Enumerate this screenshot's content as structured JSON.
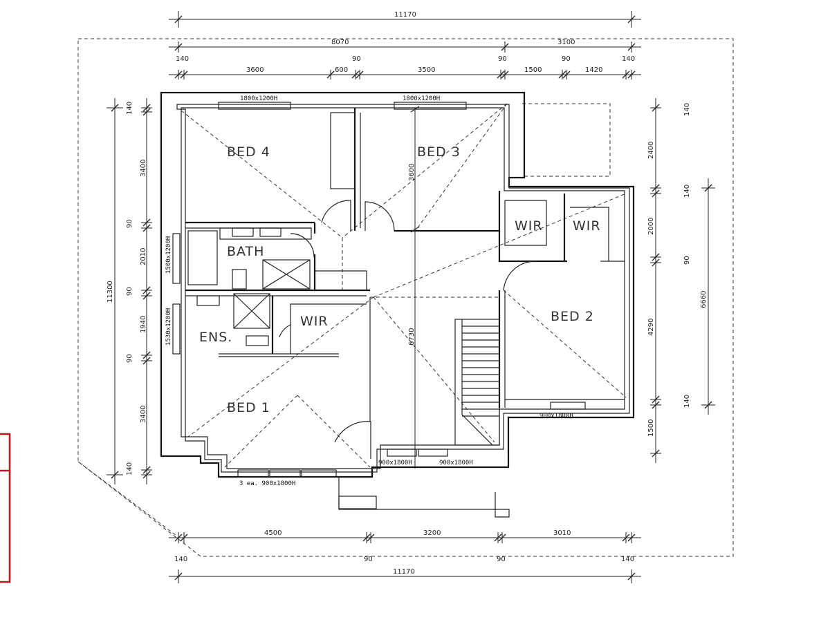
{
  "rooms": {
    "bed4": "BED 4",
    "bed3": "BED 3",
    "bath": "BATH",
    "wir_a": "WIR",
    "wir_b": "WIR",
    "ens": "ENS.",
    "wir_c": "WIR",
    "bed2": "BED 2",
    "bed1": "BED 1"
  },
  "windows": {
    "bed4": "1800x1200H",
    "bed3": "1800x1200H",
    "bath": "1500x1200H",
    "ens": "1530x1200H",
    "bed2": "900x1800H",
    "stair_a": "900x1800H",
    "stair_b": "900x1800H",
    "bed1": "3 ea. 900x1800H"
  },
  "dims_top": {
    "overall": "11170",
    "left_block": "8070",
    "right_block": "3100",
    "w140a": "140",
    "w90a": "90",
    "w90b": "90",
    "w90c": "90",
    "w140b": "140",
    "s3600": "3600",
    "s600": "600",
    "s3500": "3500",
    "s1500": "1500",
    "s1420": "1420"
  },
  "dims_bottom": {
    "s4500": "4500",
    "s3200": "3200",
    "s3010": "3010",
    "w140a": "140",
    "w90a": "90",
    "w90b": "90",
    "w140b": "140",
    "overall": "11170"
  },
  "dims_left": {
    "overall": "11300",
    "w140a": "140",
    "s3400a": "3400",
    "w90a": "90",
    "s2010": "2010",
    "w90b": "90",
    "s1940": "1940",
    "w90c": "90",
    "s3400b": "3400",
    "w140b": "140"
  },
  "dims_right": {
    "w140a": "140",
    "s2400": "2400",
    "w140b": "140",
    "s2000": "2000",
    "w90": "90",
    "s4290": "4290",
    "s6660": "6660",
    "w140c": "140",
    "s1500": "1500"
  },
  "dims_interior": {
    "bed3_depth": "3600",
    "hall_depth": "6730"
  }
}
